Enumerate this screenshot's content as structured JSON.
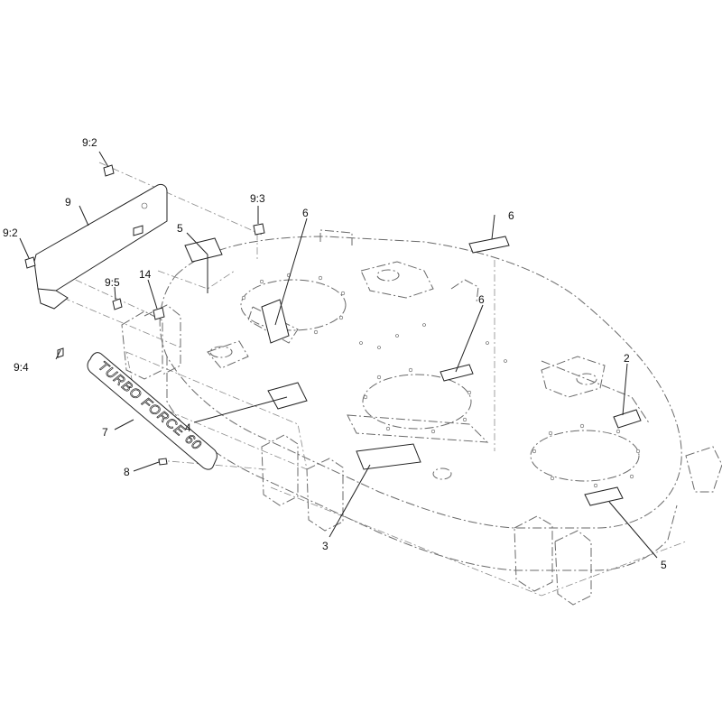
{
  "callouts": [
    {
      "id": "c-9-2-top",
      "label": "9:2"
    },
    {
      "id": "c-9",
      "label": "9"
    },
    {
      "id": "c-9-2-left",
      "label": "9:2"
    },
    {
      "id": "c-9-3",
      "label": "9:3"
    },
    {
      "id": "c-5-upper",
      "label": "5"
    },
    {
      "id": "c-9-5",
      "label": "9:5"
    },
    {
      "id": "c-14",
      "label": "14"
    },
    {
      "id": "c-6-left",
      "label": "6"
    },
    {
      "id": "c-6-right",
      "label": "6"
    },
    {
      "id": "c-6-mid",
      "label": "6"
    },
    {
      "id": "c-9-4",
      "label": "9:4"
    },
    {
      "id": "c-2",
      "label": "2"
    },
    {
      "id": "c-4",
      "label": "4"
    },
    {
      "id": "c-7",
      "label": "7"
    },
    {
      "id": "c-8",
      "label": "8"
    },
    {
      "id": "c-3",
      "label": "3"
    },
    {
      "id": "c-5-lower",
      "label": "5"
    }
  ],
  "emblem": {
    "text": "TURBO FORCE 60"
  }
}
